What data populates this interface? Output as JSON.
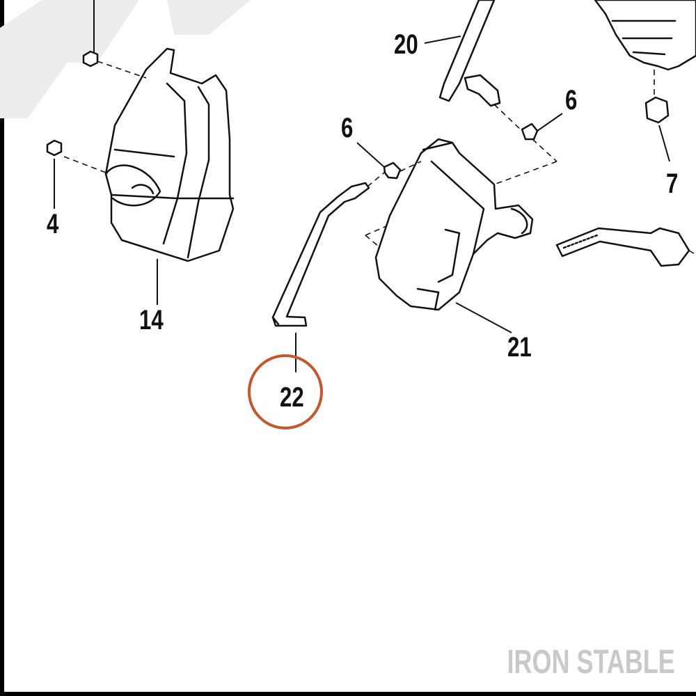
{
  "diagram": {
    "highlight_color": "#c8552c",
    "line_color": "#111111",
    "callouts": {
      "c4": "4",
      "c14": "14",
      "c20": "20",
      "c6a": "6",
      "c6b": "6",
      "c7": "7",
      "c21": "21",
      "c22": "22"
    },
    "highlighted_callout": "22"
  },
  "watermark": {
    "text": "IRON STABLE",
    "color": "#c9c9c9"
  }
}
